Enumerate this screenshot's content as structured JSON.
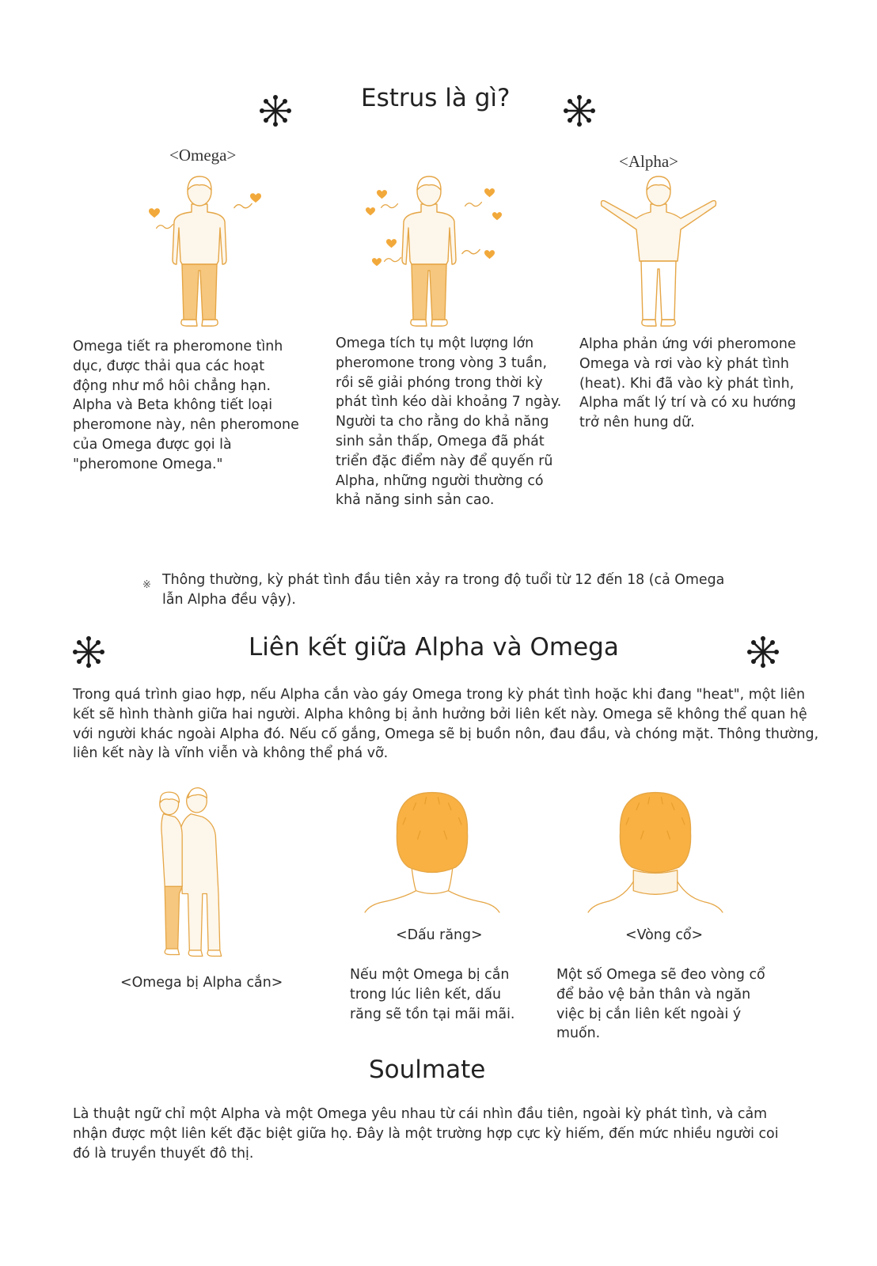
{
  "colors": {
    "accent": "#f2a93b",
    "skin": "#fdf3e2",
    "outline": "#d99a35"
  },
  "section_estrus": {
    "title": "Estrus là gì?",
    "label_omega": "<Omega>",
    "label_alpha": "<Alpha>",
    "text_left": "Omega tiết ra pheromone tình dục, được thải qua các hoạt động như mồ hôi chẳng hạn. Alpha và Beta không tiết loại pheromone này, nên pheromone của Omega được gọi là \"pheromone Omega.\"",
    "text_middle": "Omega tích tụ một lượng lớn pheromone trong vòng 3 tuần, rồi sẽ giải phóng trong thời kỳ phát tình kéo dài khoảng 7 ngày. Người ta cho rằng do khả năng sinh sản thấp, Omega đã phát triển đặc điểm này để quyến rũ Alpha, những người thường có khả năng sinh sản cao.",
    "text_right": "Alpha phản ứng với pheromone Omega và rơi vào kỳ phát tình (heat). Khi đã vào kỳ phát tình, Alpha mất lý trí và có xu hướng trở nên hung dữ.",
    "note_mark": "※",
    "note": "Thông thường, kỳ phát tình đầu tiên xảy ra trong độ tuổi từ 12 đến 18 (cả Omega lẫn Alpha đều vậy)."
  },
  "section_bond": {
    "title": "Liên kết giữa Alpha và Omega",
    "text": "Trong quá trình giao hợp, nếu Alpha cắn vào gáy Omega trong kỳ phát tình hoặc khi đang \"heat\", một liên kết sẽ hình thành giữa hai người. Alpha không bị ảnh hưởng bởi liên kết này. Omega sẽ không thể quan hệ với người khác ngoài Alpha đó. Nếu cố gắng, Omega sẽ bị buồn nôn, đau đầu, và chóng mặt. Thông thường, liên kết này là vĩnh viễn và không thể phá vỡ.",
    "caption_bite": "<Omega bị Alpha cắn>",
    "caption_mark": "<Dấu răng>",
    "caption_collar": "<Vòng cổ>",
    "text_mark": "Nếu một Omega bị cắn trong lúc liên kết, dấu răng sẽ tồn tại mãi mãi.",
    "text_collar": "Một số Omega sẽ đeo vòng cổ để bảo vệ bản thân và ngăn việc bị cắn liên kết ngoài ý muốn."
  },
  "section_soulmate": {
    "title": "Soulmate",
    "text": "Là thuật ngữ chỉ một Alpha và một Omega yêu nhau từ cái nhìn đầu tiên, ngoài kỳ phát tình, và cảm nhận được một liên kết đặc biệt giữa họ. Đây là một trường hợp cực kỳ hiếm, đến mức nhiều người coi đó là truyền thuyết đô thị."
  }
}
